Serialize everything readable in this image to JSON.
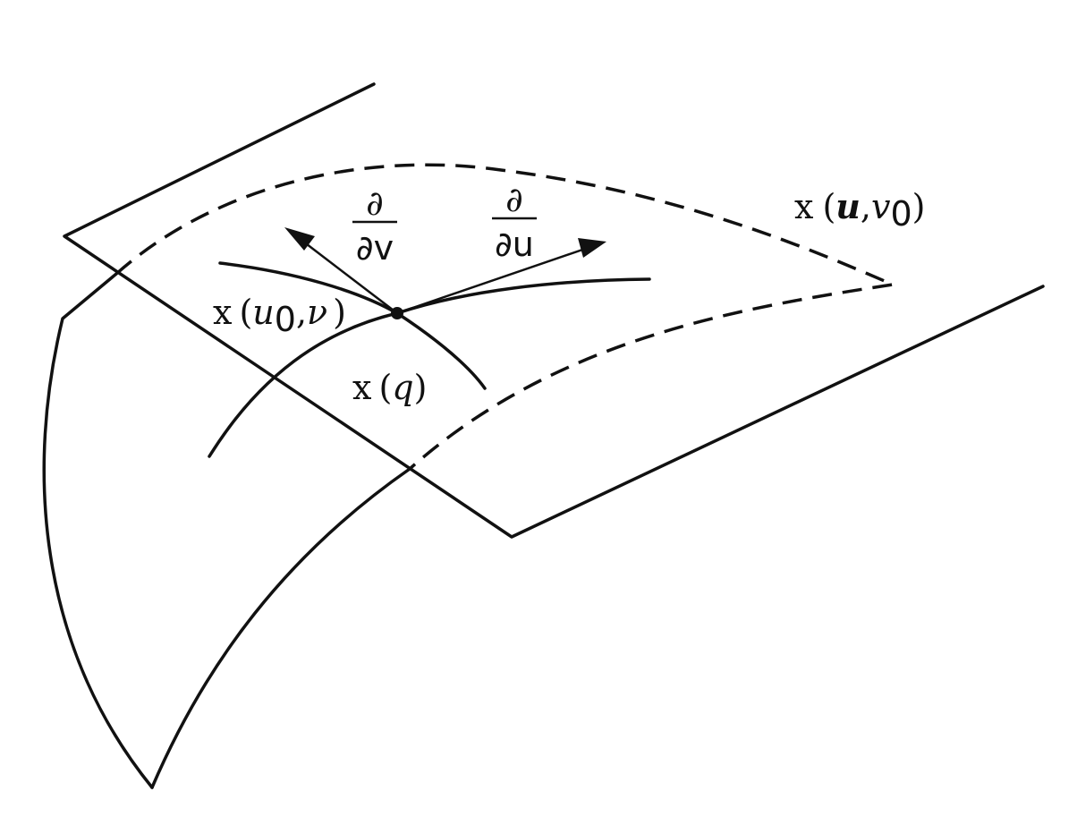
{
  "labels": {
    "curve_u": {
      "x": "x",
      "arg_open": "(",
      "u": "u",
      "sep": ",",
      "v": "v",
      "sub": "0",
      "arg_close": ")"
    },
    "curve_v": {
      "x": "x",
      "arg_open": "(",
      "u": "u",
      "sub": "0",
      "sep": ",",
      "v": "ν",
      "arg_close": ")"
    },
    "point": {
      "x": "x",
      "arg_open": "(",
      "q": "q",
      "arg_close": ")"
    },
    "partial_v": {
      "numerator": "∂",
      "denominator": "∂v"
    },
    "partial_u": {
      "numerator": "∂",
      "denominator": "∂u"
    }
  }
}
